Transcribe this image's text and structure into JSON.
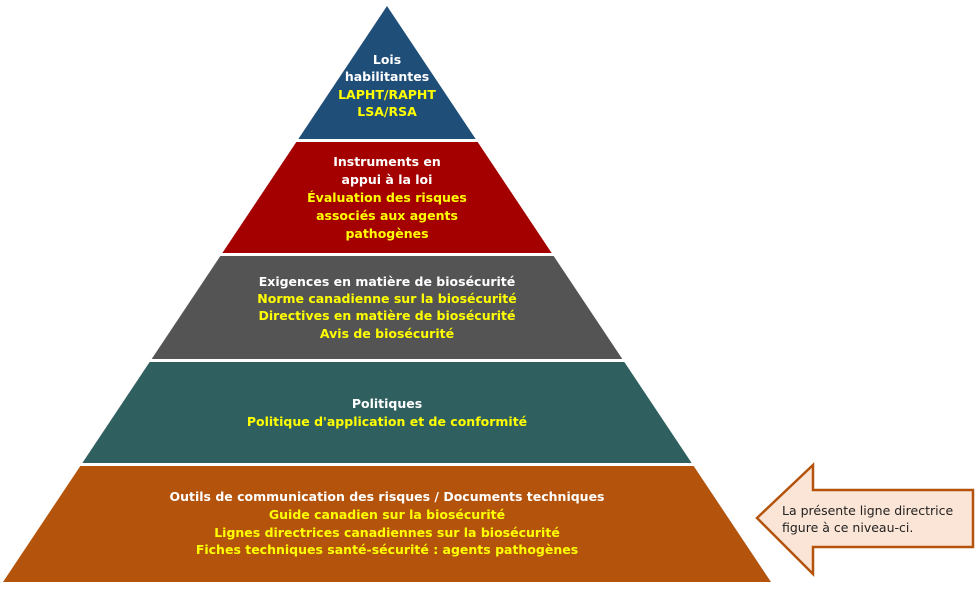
{
  "colors": {
    "level1": "#1f4e79",
    "level2": "#a50000",
    "level3": "#545454",
    "level4": "#2f5f5f",
    "level5": "#b4530c",
    "arrow_fill": "#fbe5d6",
    "arrow_border": "#b4530c"
  },
  "levels": [
    {
      "title_lines": [
        "Lois",
        "habilitantes"
      ],
      "detail_lines": [
        "LAPHT/RAPHT",
        "LSA/RSA"
      ]
    },
    {
      "title_lines": [
        "Instruments en",
        "appui à la loi"
      ],
      "detail_lines": [
        "Évaluation des risques",
        "associés aux agents",
        "pathogènes"
      ]
    },
    {
      "title_lines": [
        "Exigences en matière de biosécurité"
      ],
      "detail_lines": [
        "Norme canadienne sur la biosécurité",
        "Directives en matière de biosécurité",
        "Avis de biosécurité"
      ]
    },
    {
      "title_lines": [
        "Politiques"
      ],
      "detail_lines": [
        "Politique d'application et de conformité"
      ]
    },
    {
      "title_lines": [
        "Outils de communication des risques / Documents techniques"
      ],
      "detail_lines": [
        "Guide canadien sur la biosécurité",
        "Lignes directrices canadiennes sur la biosécurité",
        "Fiches techniques santé-sécurité : agents pathogènes"
      ]
    }
  ],
  "callout": {
    "lines": [
      "La présente ligne directrice",
      "figure à ce niveau-ci."
    ]
  }
}
